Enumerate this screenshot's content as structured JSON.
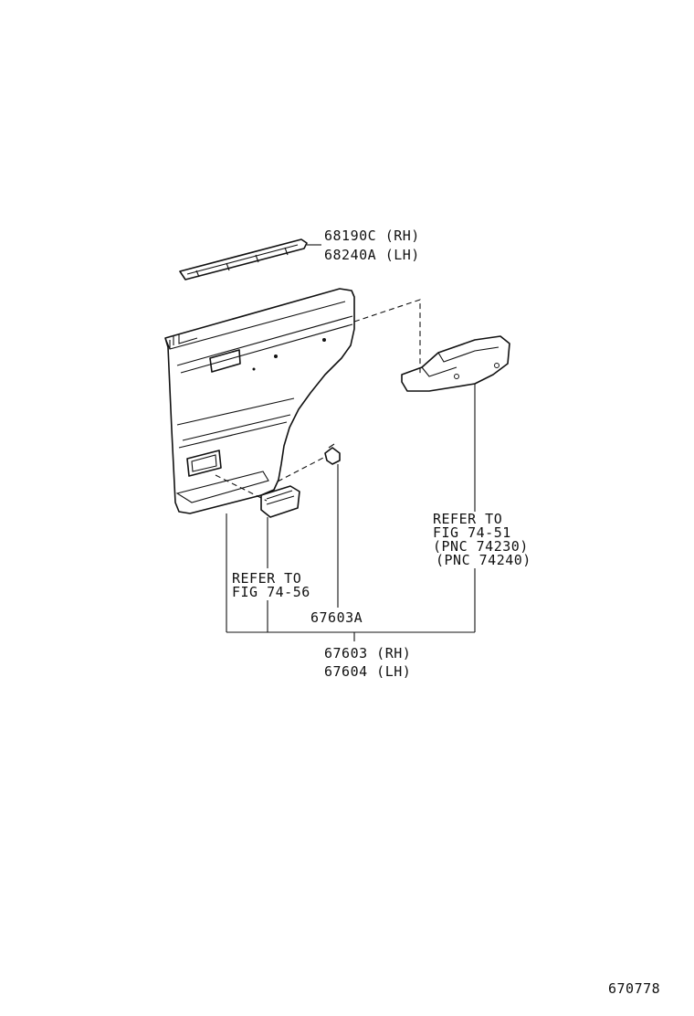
{
  "labels": {
    "weatherstrip": {
      "line1": "68190C (RH)",
      "line2": "68240A (LH)"
    },
    "refer_armrest": {
      "line1": "REFER TO",
      "line2": "FIG 74-51",
      "line3": " (PNC 74230)",
      "line4": "(PNC 74240)"
    },
    "refer_handle": {
      "line1": "REFER TO",
      "line2": "FIG 74-56"
    },
    "clip": "67603A",
    "panel": {
      "line1": "67603 (RH)",
      "line2": "67604 (LH)"
    }
  },
  "figure_number": "670778"
}
